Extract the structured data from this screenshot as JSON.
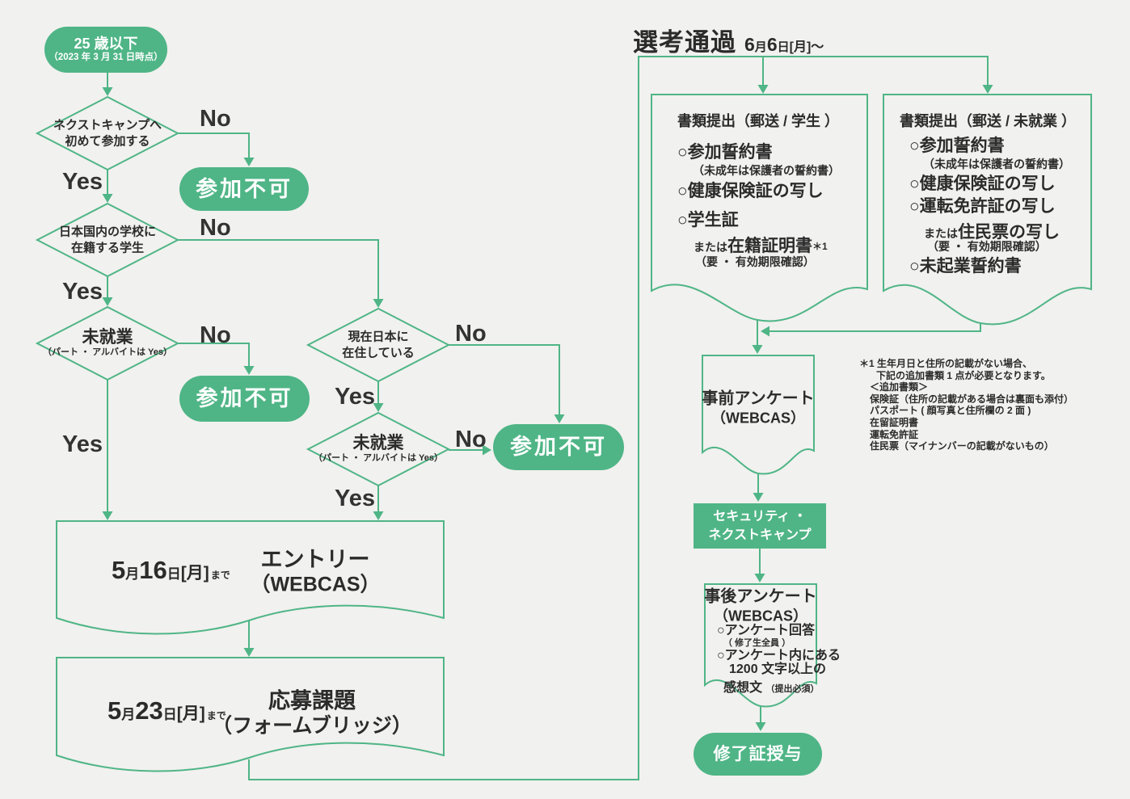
{
  "colors": {
    "green": "#4FB586",
    "bg": "#F1F1EF",
    "ink": "#2B2B2B"
  },
  "labels": {
    "yes": "Yes",
    "no": "No"
  },
  "start": {
    "line1": "25 歳以下",
    "line2": "（2023 年 3 月 31 日時点）"
  },
  "reject_label": "参加不可",
  "decisions": {
    "first_time": {
      "line1": "ネクストキャンプへ",
      "line2": "初めて参加する"
    },
    "school": {
      "line1": "日本国内の学校に",
      "line2": "在籍する学生"
    },
    "unemployed_left": {
      "main": "未就業",
      "sub": "（パート ・ アルバイトは Yes）"
    },
    "in_japan": {
      "line1": "現在日本に",
      "line2": "在住している"
    },
    "unemployed_right": {
      "main": "未就業",
      "sub": "（パート ・ アルバイトは Yes）"
    }
  },
  "entry": {
    "date": {
      "m": "5",
      "m_unit": "月",
      "d": "16",
      "d_unit": "日",
      "bracket": "[月]",
      "suffix": "まで"
    },
    "title": "エントリー",
    "subtitle": "（WEBCAS）"
  },
  "apply": {
    "date": {
      "m": "5",
      "m_unit": "月",
      "d": "23",
      "d_unit": "日",
      "bracket": "[月]",
      "suffix": "まで"
    },
    "title": "応募課題",
    "subtitle": "（フォームブリッジ）"
  },
  "header": {
    "title": "選考通過",
    "date": {
      "m": "6",
      "m_unit": "月",
      "d": "6",
      "d_unit": "日",
      "bracket": "[月]",
      "tilde": "～"
    }
  },
  "doc_student": {
    "title": "書類提出（郵送 / 学生 ）",
    "i0": "○参加誓約書",
    "i1": "（未成年は保護者の誓約書）",
    "i2": "○健康保険証の写し",
    "i3": "○学生証",
    "i4_pre": "または",
    "i4_main": "在籍証明書",
    "i4_sup": "＊1",
    "i5": "（要 ・ 有効期限確認）"
  },
  "doc_unemployed": {
    "title": "書類提出（郵送 / 未就業 ）",
    "i0": "○参加誓約書",
    "i1": "（未成年は保護者の誓約書）",
    "i2": "○健康保険証の写し",
    "i3": "○運転免許証の写し",
    "i4_pre": "または",
    "i4_main": "住民票の写し",
    "i5": "（要 ・ 有効期限確認）",
    "i6": "○未起業誓約書"
  },
  "pre_survey": {
    "title": "事前アンケート",
    "subtitle": "（WEBCAS）"
  },
  "note": {
    "l0": "＊1 生年月日と住所の記載がない場合、",
    "l1": "下記の追加書類 1 点が必要となります。",
    "l2": "＜追加書類＞",
    "l3": "保険証（住所の記載がある場合は裏面も添付）",
    "l4": "パスポート ( 顔写真と住所欄の 2 面 )",
    "l5": "在留証明書",
    "l6": "運転免許証",
    "l7": "住民票（マイナンバーの記載がないもの）"
  },
  "security": {
    "line1": "セキュリティ ・",
    "line2": "ネクストキャンプ"
  },
  "post_survey": {
    "title": "事後アンケート",
    "subtitle": "（WEBCAS）",
    "i0": "○アンケート回答",
    "i1": "（ 修了生全員 ）",
    "i2": "○アンケート内にある",
    "i3": "1200 文字以上の",
    "i4_main": "感想文",
    "i4_sup": "（提出必須）"
  },
  "certificate": "修了証授与"
}
